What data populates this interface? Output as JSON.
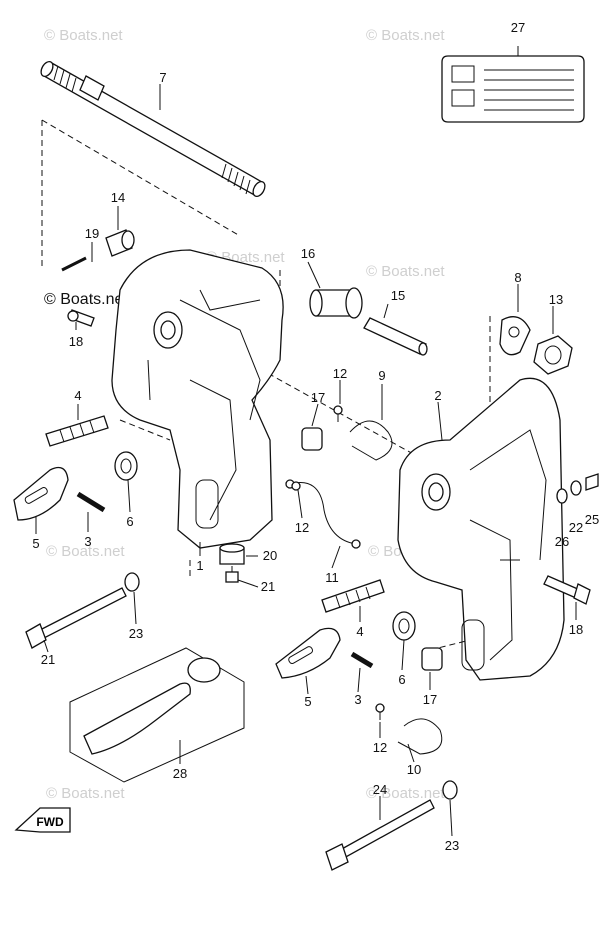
{
  "watermarks": {
    "top_left": "© Boats.net",
    "top_right": "© Boats.net",
    "left_mid": "© Boats.net",
    "center": "© Boats.net",
    "right_mid": "© Boats.net",
    "center_low": "© Boats.net",
    "left_low": "© Boats.net",
    "bottom": "© Boats.net"
  },
  "fwd_label": "FWD",
  "callouts": [
    "1",
    "2",
    "3",
    "3",
    "4",
    "4",
    "5",
    "5",
    "6",
    "6",
    "7",
    "8",
    "9",
    "10",
    "11",
    "12",
    "12",
    "12",
    "13",
    "14",
    "15",
    "16",
    "17",
    "17",
    "18",
    "18",
    "19",
    "20",
    "21",
    "21",
    "22",
    "23",
    "23",
    "24",
    "25",
    "26",
    "27",
    "28"
  ]
}
